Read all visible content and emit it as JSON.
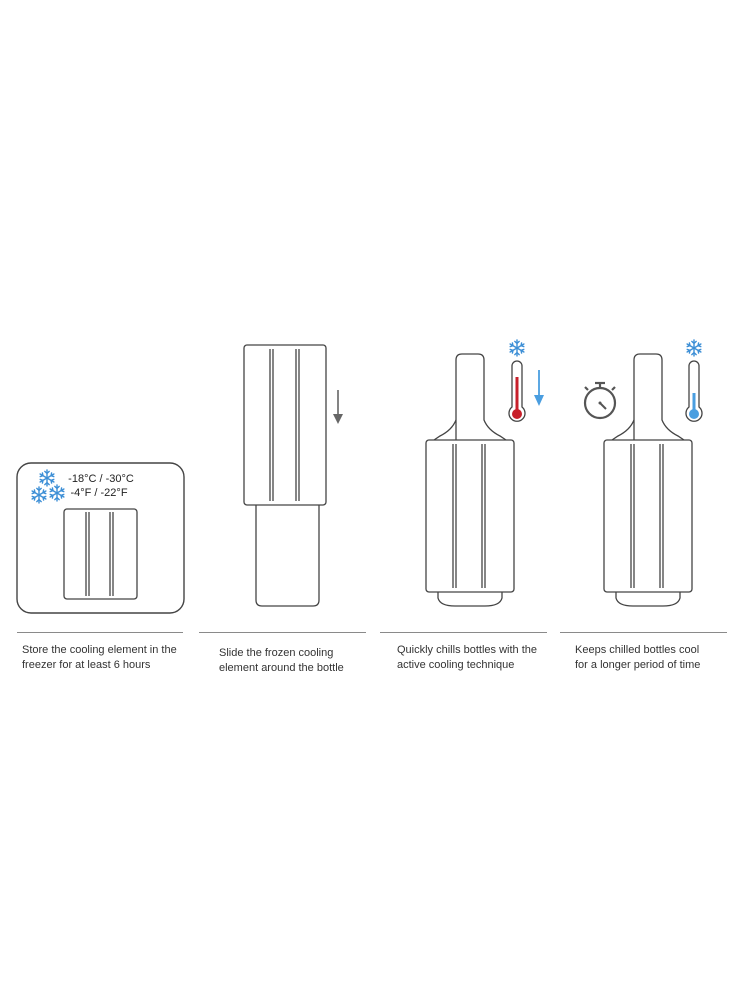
{
  "steps": [
    {
      "caption": [
        "Store the cooling element in the",
        "freezer for at least 6 hours"
      ],
      "temperature_c": "-18°C / -30°C",
      "temperature_f": "-4°F / -22°F",
      "icons": [
        "snowflake-icon",
        "freezer-icon",
        "cooling-element-icon"
      ]
    },
    {
      "caption": [
        "Slide the frozen cooling",
        "element around the bottle"
      ],
      "icons": [
        "arrow-down-icon",
        "cooling-sleeve-icon",
        "bottle-icon"
      ]
    },
    {
      "caption": [
        "Quickly chills bottles with the",
        "active cooling technique"
      ],
      "icons": [
        "snowflake-icon",
        "thermometer-hot-icon",
        "arrow-down-icon",
        "bottle-with-sleeve-icon"
      ]
    },
    {
      "caption": [
        "Keeps chilled bottles cool",
        "for a longer period of time"
      ],
      "icons": [
        "stopwatch-icon",
        "snowflake-icon",
        "thermometer-cold-icon",
        "bottle-with-sleeve-icon"
      ]
    }
  ],
  "colors": {
    "line": "#444444",
    "snowflake": "#3d8fd6",
    "thermometer_hot": "#c8202b",
    "thermometer_cold": "#4a9ee0",
    "arrow_gray": "#666666",
    "arrow_blue": "#4a9ee0",
    "divider": "#8a8a8a"
  }
}
